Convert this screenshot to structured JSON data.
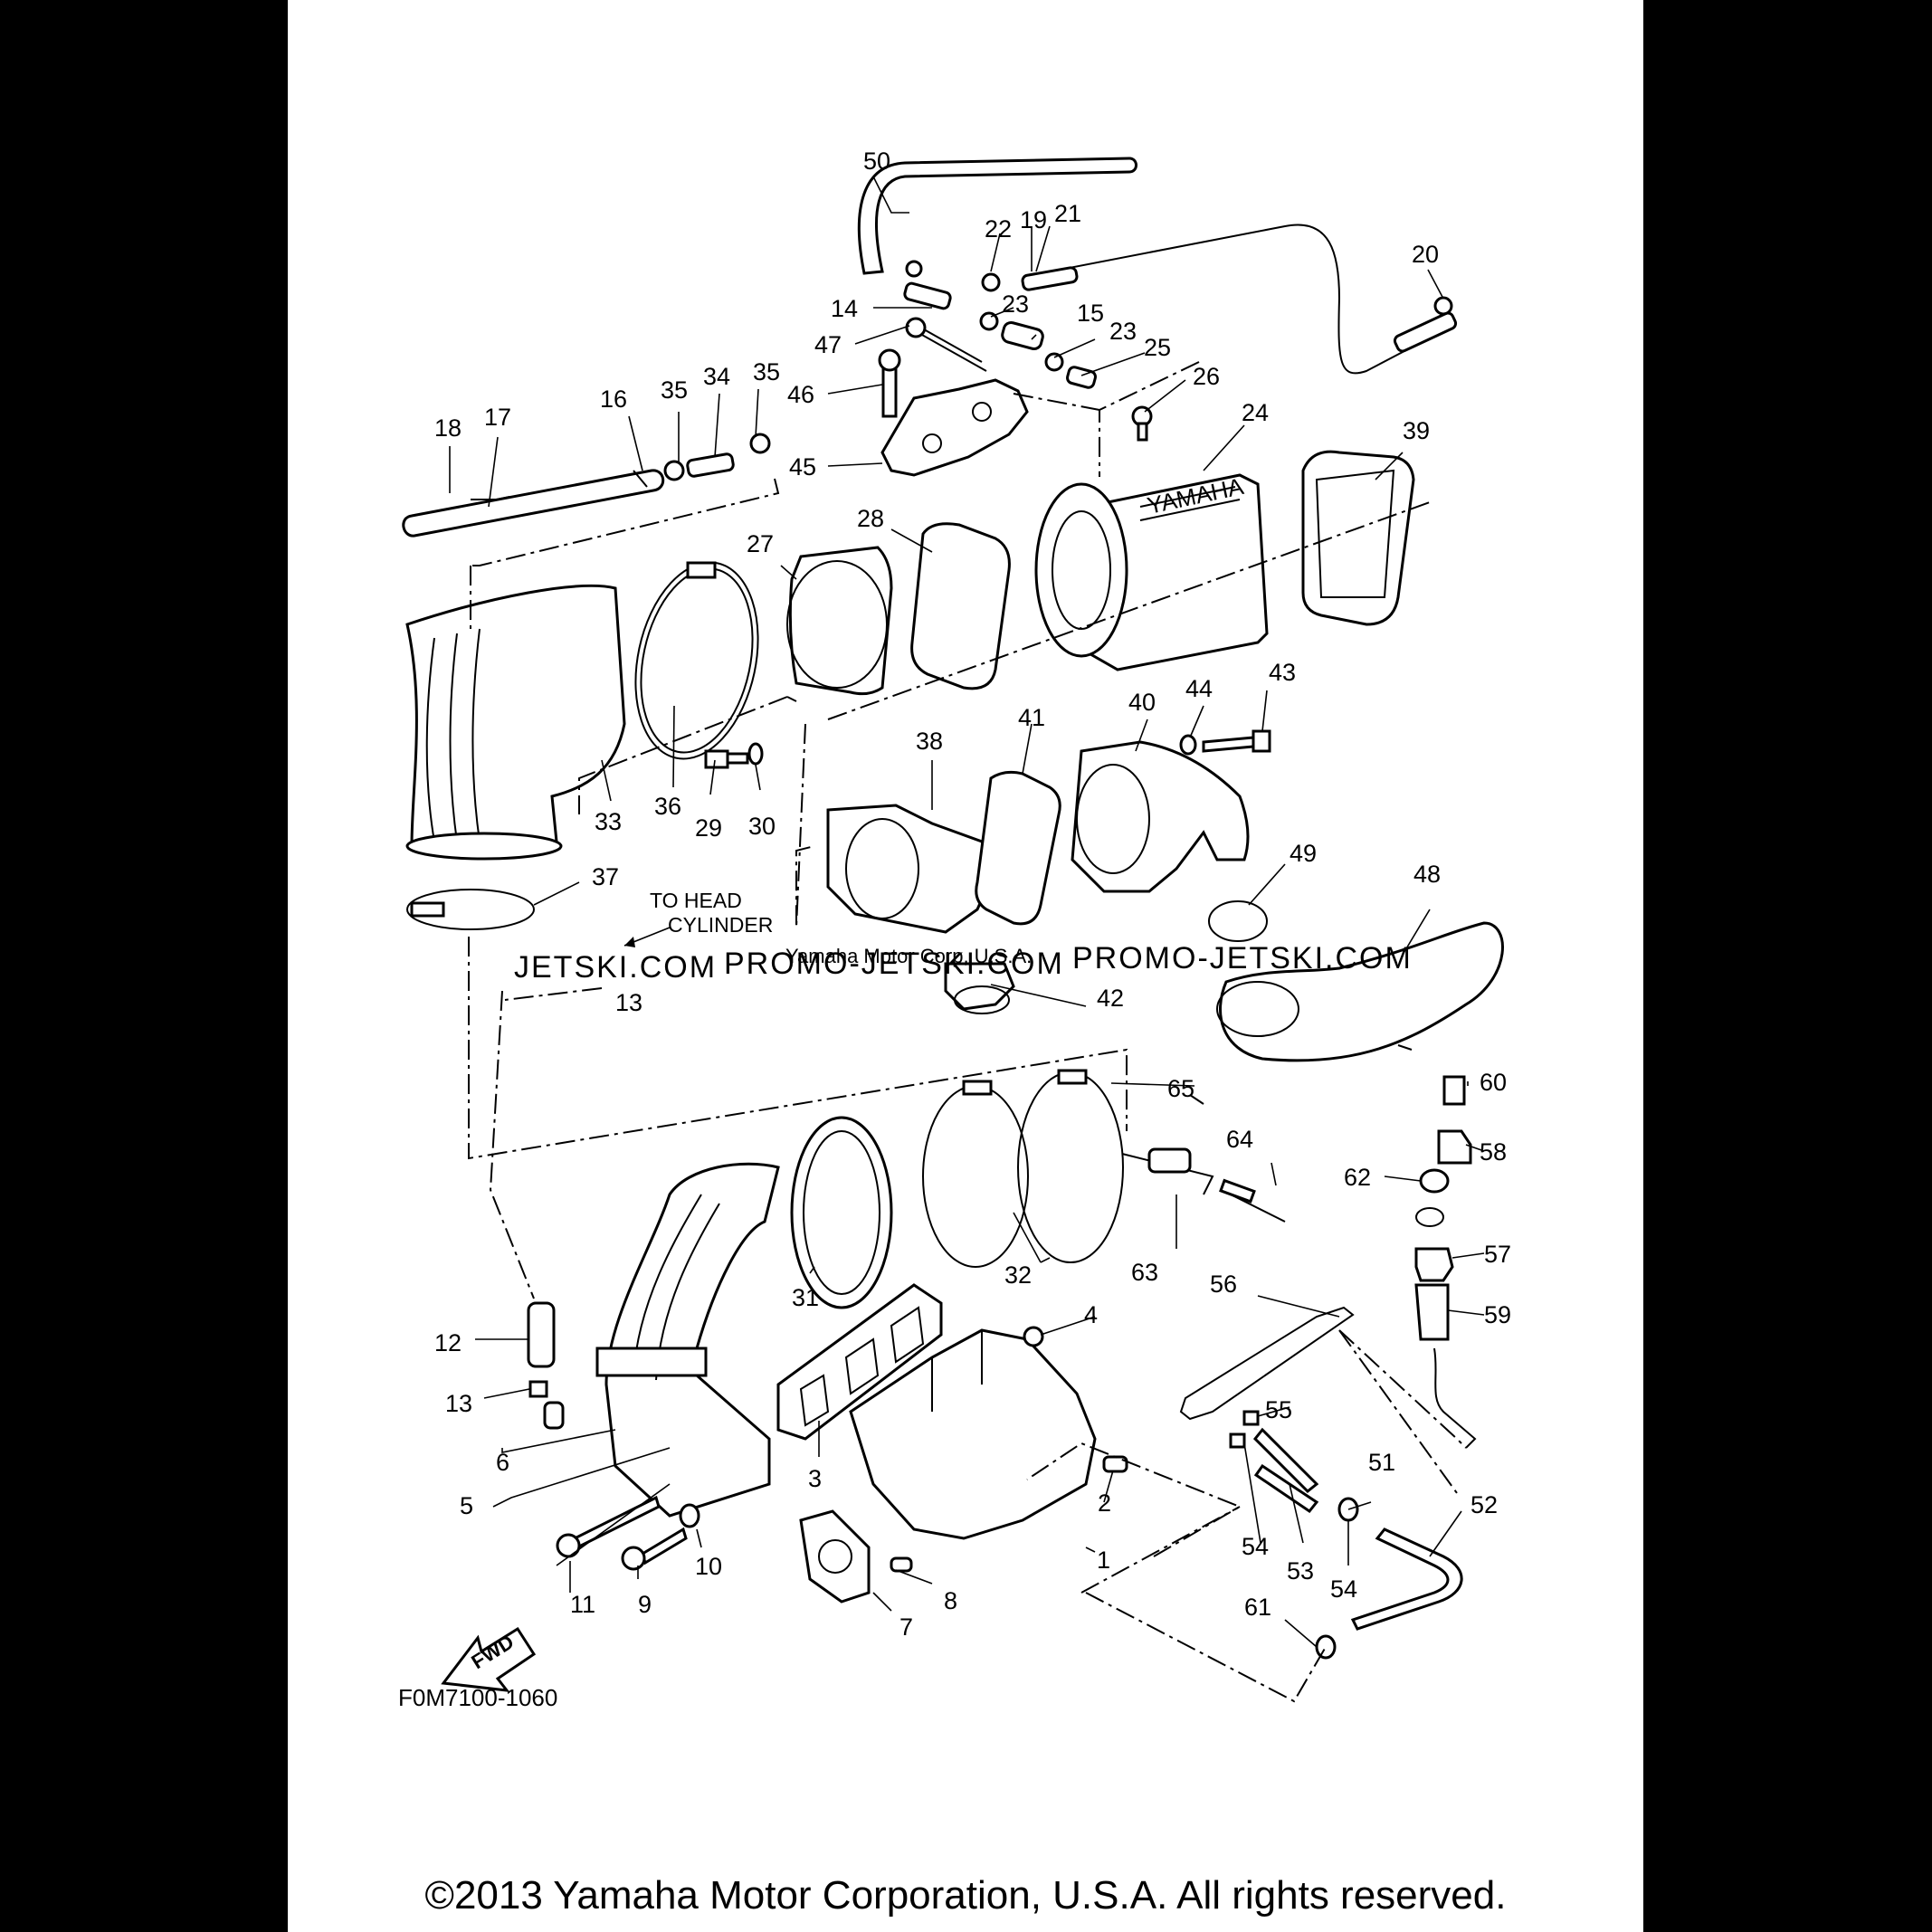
{
  "sheet": {
    "drawing_code": "F0M7100-1060",
    "note_to_head_cylinder": [
      "TO HEAD",
      "CYLINDER"
    ],
    "fwd_label": "FWD",
    "brand_on_part": "YAMAHA",
    "watermarks": {
      "left": "JETSKI.COM",
      "middle": "PROMO-JETSKI.COM",
      "right": "PROMO-JETSKI.COM",
      "overlay": "Yamaha Motor Corp, U.S.A."
    },
    "copyright": "©2013 Yamaha Motor Corporation, U.S.A. All rights reserved."
  },
  "callouts": {
    "c1": "1",
    "c2": "2",
    "c3": "3",
    "c4": "4",
    "c5": "5",
    "c6": "6",
    "c7": "7",
    "c8": "8",
    "c9": "9",
    "c10": "10",
    "c11": "11",
    "c12": "12",
    "c13a": "13",
    "c13b": "13",
    "c14": "14",
    "c15": "15",
    "c16": "16",
    "c17": "17",
    "c18": "18",
    "c19": "19",
    "c20": "20",
    "c21": "21",
    "c22": "22",
    "c23a": "23",
    "c23b": "23",
    "c24": "24",
    "c25": "25",
    "c26": "26",
    "c27": "27",
    "c28": "28",
    "c29": "29",
    "c30": "30",
    "c31": "31",
    "c32": "32",
    "c33": "33",
    "c34": "34",
    "c35a": "35",
    "c35b": "35",
    "c36": "36",
    "c37": "37",
    "c38": "38",
    "c39": "39",
    "c40": "40",
    "c41": "41",
    "c42": "42",
    "c43": "43",
    "c44": "44",
    "c45": "45",
    "c46": "46",
    "c47": "47",
    "c48": "48",
    "c49": "49",
    "c50": "50",
    "c51": "51",
    "c52": "52",
    "c53": "53",
    "c54a": "54",
    "c54b": "54",
    "c55": "55",
    "c56": "56",
    "c57": "57",
    "c58": "58",
    "c59": "59",
    "c60": "60",
    "c61": "61",
    "c62": "62",
    "c63": "63",
    "c64": "64",
    "c65": "65"
  }
}
